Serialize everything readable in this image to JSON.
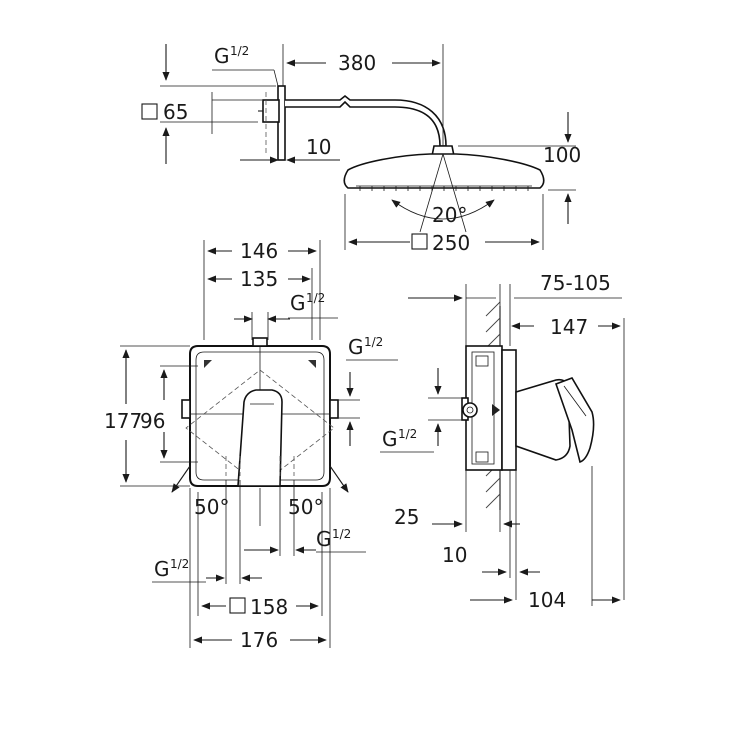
{
  "overhead": {
    "thread_top": "G",
    "thread_top_frac": "1/2",
    "arm_length": "380",
    "flange": "65",
    "wall_gap": "10",
    "head_height": "100",
    "angle": "20°",
    "head_size": "250"
  },
  "front": {
    "width_outer": "146",
    "width_inner": "135",
    "thread_top": "G",
    "thread_top_frac": "1/2",
    "height_total": "177",
    "height_inner": "96",
    "thread_right": "G",
    "thread_right_frac": "1/2",
    "angle_left": "50°",
    "angle_right": "50°",
    "thread_bottom_right": "G",
    "thread_bottom_right_frac": "1/2",
    "thread_bottom_left": "G",
    "thread_bottom_left_frac": "1/2",
    "plate": "158",
    "width_total": "176"
  },
  "side": {
    "wall_range": "75-105",
    "depth": "147",
    "thread_left": "G",
    "thread_left_frac": "1/2",
    "offset": "25",
    "plate_depth": "10",
    "body_depth": "104"
  }
}
